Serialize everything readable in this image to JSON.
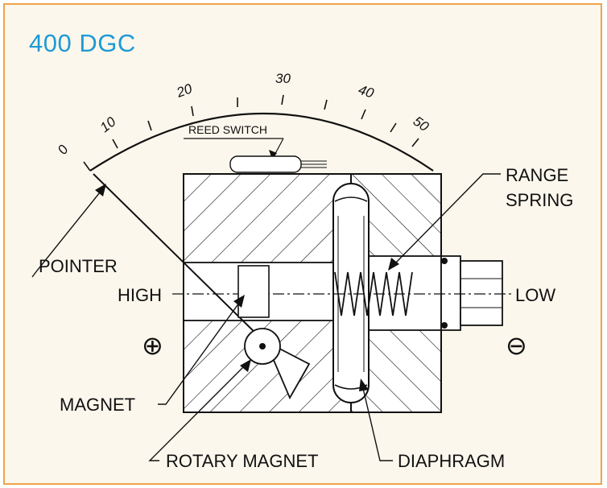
{
  "title": "400 DGC",
  "scale_marks": [
    "0",
    "10",
    "20",
    "30",
    "40",
    "50"
  ],
  "labels": {
    "reed_switch": "REED SWITCH",
    "range_spring_1": "RANGE",
    "range_spring_2": "SPRING",
    "pointer": "POINTER",
    "high": "HIGH",
    "low": "LOW",
    "magnet": "MAGNET",
    "rotary_magnet": "ROTARY MAGNET",
    "diaphragm": "DIAPHRAGM",
    "plus_symbol": "⊕",
    "minus_symbol": "⊖"
  },
  "colors": {
    "border": "#f0a24a",
    "background": "#fcf7ec",
    "title": "#1e9ad6",
    "line": "#111111"
  }
}
